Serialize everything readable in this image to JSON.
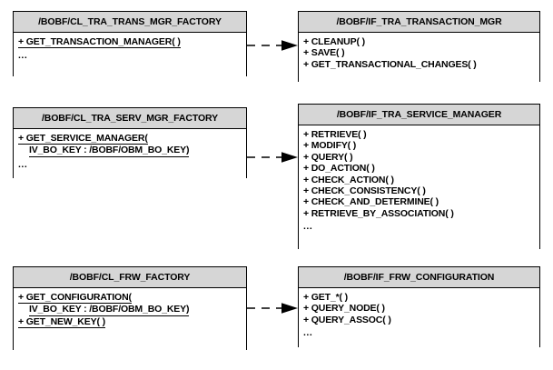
{
  "diagram": {
    "type": "uml-class-diagram",
    "title": "",
    "background_color": "#ffffff",
    "header_fill": "#d6d6d6",
    "border_color": "#000000",
    "connector_style": "dashed-line-with-solid-arrowhead",
    "rows": [
      {
        "source": {
          "name": "/BOBF/CL_TRA_TRANS_MGR_FACTORY",
          "members": [
            {
              "text": "+ GET_TRANSACTION_MANAGER( )",
              "static": true
            }
          ],
          "ellipsis": "..."
        },
        "target": {
          "name": "/BOBF/IF_TRA_TRANSACTION_MGR",
          "members": [
            {
              "text": "+ CLEANUP( )",
              "static": false
            },
            {
              "text": "+ SAVE( )",
              "static": false
            },
            {
              "text": "+ GET_TRANSACTIONAL_CHANGES( )",
              "static": false
            }
          ],
          "ellipsis": ""
        }
      },
      {
        "source": {
          "name": "/BOBF/CL_TRA_SERV_MGR_FACTORY",
          "members": [
            {
              "text": "+ GET_SERVICE_MANAGER(",
              "continuation": "IV_BO_KEY : /BOBF/OBM_BO_KEY)",
              "static": true
            }
          ],
          "ellipsis": "..."
        },
        "target": {
          "name": "/BOBF/IF_TRA_SERVICE_MANAGER",
          "members": [
            {
              "text": "+ RETRIEVE( )",
              "static": false
            },
            {
              "text": "+ MODIFY( )",
              "static": false
            },
            {
              "text": "+ QUERY( )",
              "static": false
            },
            {
              "text": "+ DO_ACTION( )",
              "static": false
            },
            {
              "text": "+ CHECK_ACTION( )",
              "static": false
            },
            {
              "text": "+ CHECK_CONSISTENCY( )",
              "static": false
            },
            {
              "text": "+ CHECK_AND_DETERMINE( )",
              "static": false
            },
            {
              "text": "+ RETRIEVE_BY_ASSOCIATION( )",
              "static": false
            }
          ],
          "ellipsis": "..."
        }
      },
      {
        "source": {
          "name": "/BOBF/CL_FRW_FACTORY",
          "members": [
            {
              "text": "+ GET_CONFIGURATION(",
              "continuation": "IV_BO_KEY : /BOBF/OBM_BO_KEY)",
              "static": true
            },
            {
              "text": "+ GET_NEW_KEY( )",
              "static": true
            }
          ],
          "ellipsis": ""
        },
        "target": {
          "name": "/BOBF/IF_FRW_CONFIGURATION",
          "members": [
            {
              "text": "+ GET_*( )",
              "static": false
            },
            {
              "text": "+ QUERY_NODE( )",
              "static": false
            },
            {
              "text": "+ QUERY_ASSOC( )",
              "static": false
            }
          ],
          "ellipsis": "..."
        }
      }
    ]
  }
}
